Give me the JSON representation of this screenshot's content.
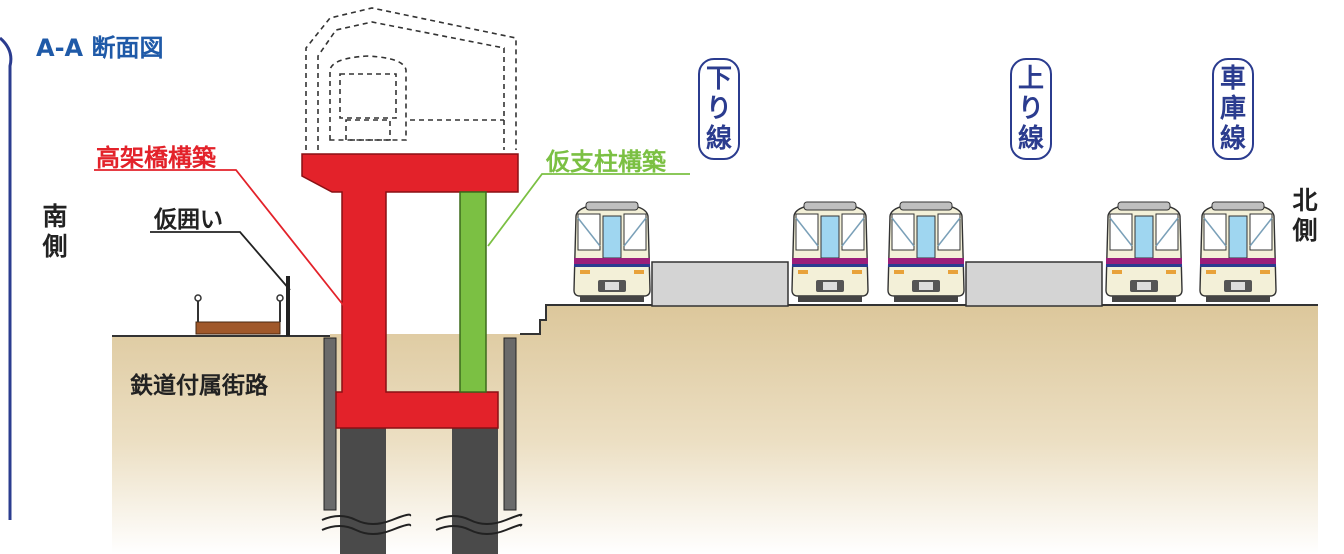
{
  "title": "A-A 断面図",
  "labels": {
    "viaduct": "高架橋構築",
    "temp_pillar": "仮支柱構築",
    "temp_fence": "仮囲い",
    "side_road": "鉄道付属街路"
  },
  "sides": {
    "south": [
      "南",
      "側"
    ],
    "north": [
      "北",
      "側"
    ]
  },
  "tracks": [
    {
      "chars": [
        "下",
        "り",
        "線"
      ]
    },
    {
      "chars": [
        "上",
        "り",
        "線"
      ]
    },
    {
      "chars": [
        "車",
        "庫",
        "線"
      ]
    }
  ],
  "colors": {
    "viaduct": "#e3222a",
    "temp_pillar": "#7bc043",
    "title": "#1f5aa8",
    "track_label": "#2b3c8f",
    "ground": "#e2cfa2",
    "pile": "#4a4a4a",
    "platform": "#d4d4d4"
  }
}
